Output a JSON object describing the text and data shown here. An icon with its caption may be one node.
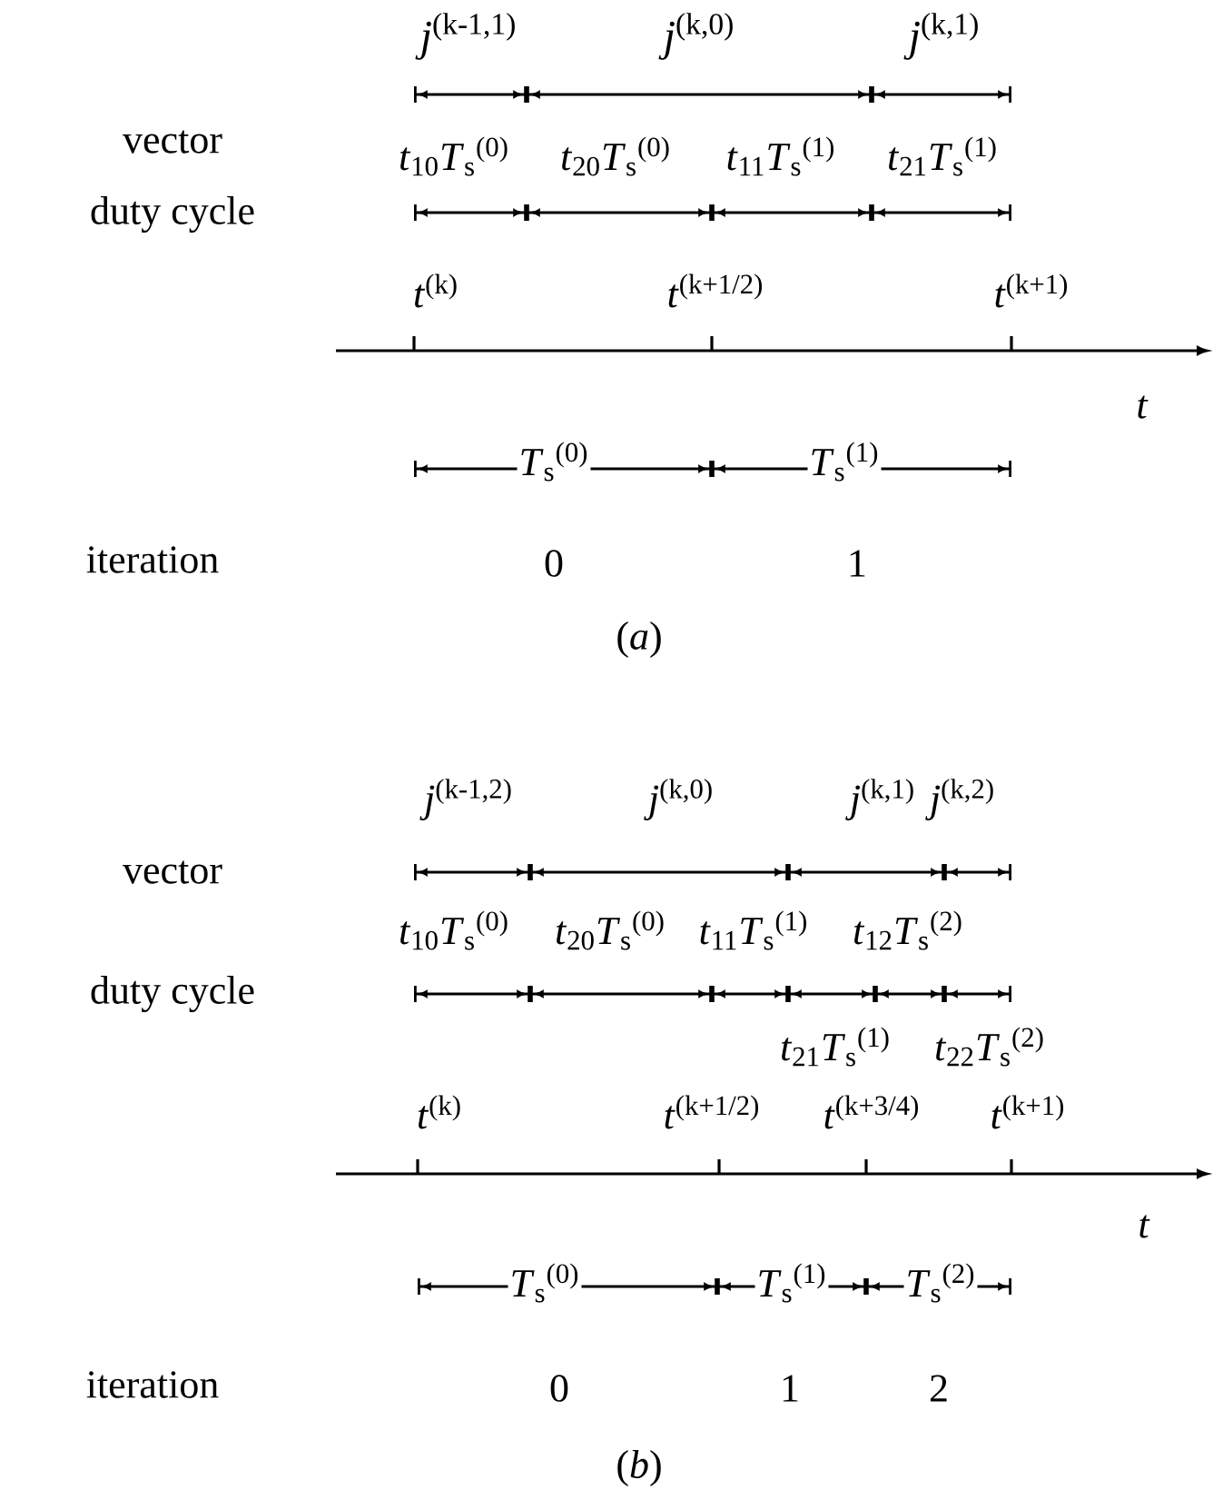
{
  "diagram": {
    "labels": [
      "*j*$^{(k-1,1)}$",
      "*j*$^{(k,0)}$",
      "*j*$^{(k,1)}$",
      "vector",
      "*t*$_{10}$*T*$_{s}$$^{(0)}$",
      "*t*$_{20}$*T*$_{s}$$^{(0)}$",
      "*t*$_{11}$*T*$_{s}$$^{(1)}$",
      "*t*$_{21}$*T*$_{s}$$^{(1)}$",
      "duty cycle",
      "*t*$^{(k)}$",
      "*t*$^{(k+1/2)}$",
      "*t*$^{(k+1)}$",
      "*t*",
      "*T*$_{s}$$^{(0)}$",
      "*T*$_{s}$$^{(1)}$",
      "iteration",
      "0",
      "1",
      "(*a*)",
      "*j*$^{(k-1,2)}$",
      "*j*$^{(k,0)}$",
      "*j*$^{(k,1)}$",
      "*j*$^{(k,2)}$",
      "vector",
      "*t*$_{10}$*T*$_{s}$$^{(0)}$",
      "*t*$_{20}$*T*$_{s}$$^{(0)}$",
      "*t*$_{11}$*T*$_{s}$$^{(1)}$",
      "*t*$_{12}$*T*$_{s}$$^{(2)}$",
      "duty cycle",
      "*t*$_{21}$*T*$_{s}$$^{(1)}$",
      "*t*$_{22}$*T*$_{s}$$^{(2)}$",
      "*t*$^{(k)}$",
      "*t*$^{(k+1/2)}$",
      "*t*$^{(k+3/4)}$",
      "*t*$^{(k+1)}$",
      "*t*",
      "*T*$_{s}$$^{(0)}$",
      "*T*$_{s}$$^{(1)}$",
      "*T*$_{s}$$^{(2)}$",
      "iteration",
      "0",
      "1",
      "2",
      "(*b*)"
    ]
  }
}
